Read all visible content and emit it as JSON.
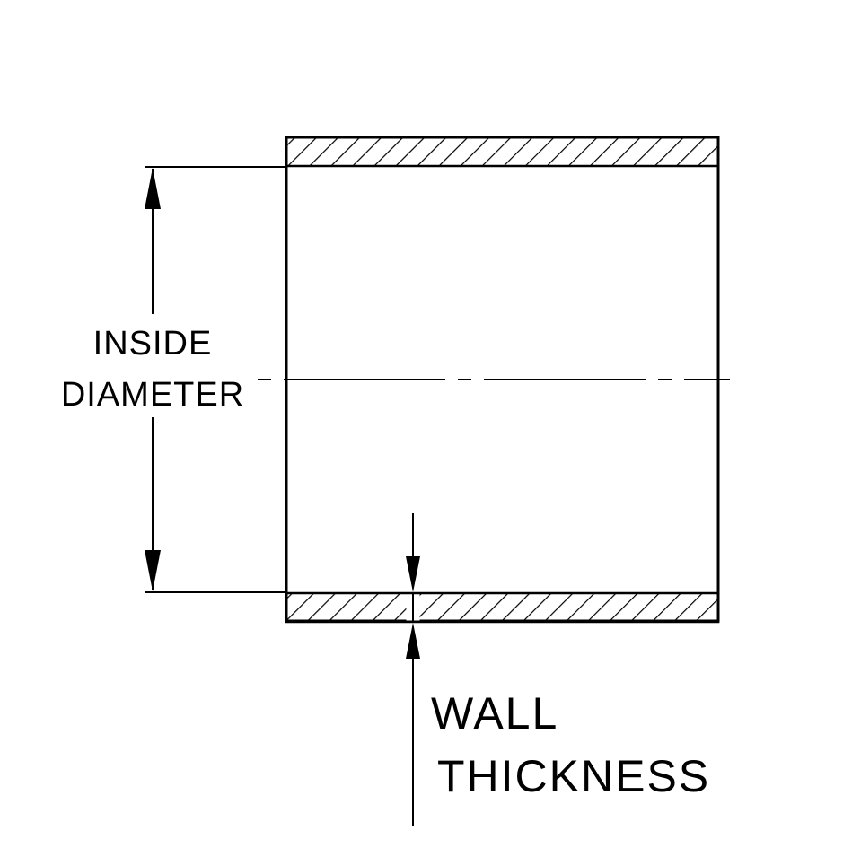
{
  "colors": {
    "ink": "#000000",
    "paper": "#ffffff"
  },
  "labels": {
    "inside_diameter": [
      "INSIDE",
      "DIAMETER"
    ],
    "wall_thickness": [
      "WALL",
      "THICKNESS"
    ]
  }
}
